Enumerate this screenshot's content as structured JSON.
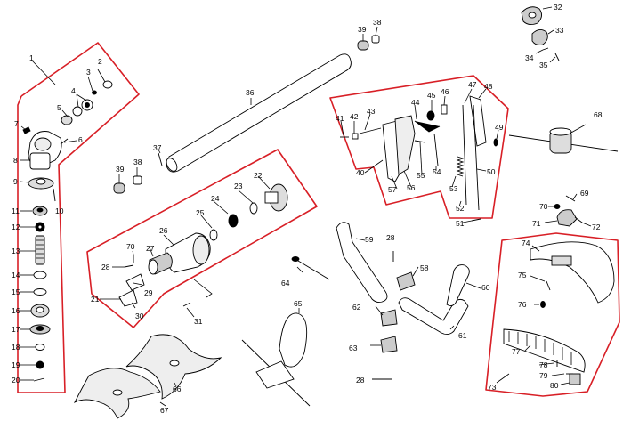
{
  "labels": [
    {
      "id": "p1",
      "text": "1"
    },
    {
      "id": "p2",
      "text": "2"
    },
    {
      "id": "p3",
      "text": "3"
    },
    {
      "id": "p4",
      "text": "4"
    },
    {
      "id": "p5",
      "text": "5"
    },
    {
      "id": "p6",
      "text": "6"
    },
    {
      "id": "p7",
      "text": "7"
    },
    {
      "id": "p8",
      "text": "8"
    },
    {
      "id": "p9",
      "text": "9"
    },
    {
      "id": "p10",
      "text": "10"
    },
    {
      "id": "p11",
      "text": "11"
    },
    {
      "id": "p12",
      "text": "12"
    },
    {
      "id": "p13",
      "text": "13"
    },
    {
      "id": "p14",
      "text": "14"
    },
    {
      "id": "p15",
      "text": "15"
    },
    {
      "id": "p16",
      "text": "16"
    },
    {
      "id": "p17",
      "text": "17"
    },
    {
      "id": "p18",
      "text": "18"
    },
    {
      "id": "p19",
      "text": "19"
    },
    {
      "id": "p20",
      "text": "20"
    },
    {
      "id": "p21",
      "text": "21"
    },
    {
      "id": "p22",
      "text": "22"
    },
    {
      "id": "p23",
      "text": "23"
    },
    {
      "id": "p24",
      "text": "24"
    },
    {
      "id": "p25",
      "text": "25"
    },
    {
      "id": "p26",
      "text": "26"
    },
    {
      "id": "p27",
      "text": "27"
    },
    {
      "id": "p28a",
      "text": "28"
    },
    {
      "id": "p29",
      "text": "29"
    },
    {
      "id": "p30",
      "text": "30"
    },
    {
      "id": "p31",
      "text": "31"
    },
    {
      "id": "p32",
      "text": "32"
    },
    {
      "id": "p33",
      "text": "33"
    },
    {
      "id": "p34",
      "text": "34"
    },
    {
      "id": "p35",
      "text": "35"
    },
    {
      "id": "p36",
      "text": "36"
    },
    {
      "id": "p37",
      "text": "37"
    },
    {
      "id": "p38a",
      "text": "38"
    },
    {
      "id": "p39a",
      "text": "39"
    },
    {
      "id": "p38b",
      "text": "38"
    },
    {
      "id": "p39b",
      "text": "39"
    },
    {
      "id": "p40",
      "text": "40"
    },
    {
      "id": "p41",
      "text": "41"
    },
    {
      "id": "p42",
      "text": "42"
    },
    {
      "id": "p43",
      "text": "43"
    },
    {
      "id": "p44",
      "text": "44"
    },
    {
      "id": "p45",
      "text": "45"
    },
    {
      "id": "p46",
      "text": "46"
    },
    {
      "id": "p47",
      "text": "47"
    },
    {
      "id": "p48",
      "text": "48"
    },
    {
      "id": "p49",
      "text": "49"
    },
    {
      "id": "p50",
      "text": "50"
    },
    {
      "id": "p51",
      "text": "51"
    },
    {
      "id": "p52",
      "text": "52"
    },
    {
      "id": "p53",
      "text": "53"
    },
    {
      "id": "p54",
      "text": "54"
    },
    {
      "id": "p55",
      "text": "55"
    },
    {
      "id": "p56",
      "text": "56"
    },
    {
      "id": "p57",
      "text": "57"
    },
    {
      "id": "p58",
      "text": "58"
    },
    {
      "id": "p59",
      "text": "59"
    },
    {
      "id": "p60",
      "text": "60"
    },
    {
      "id": "p61",
      "text": "61"
    },
    {
      "id": "p62",
      "text": "62"
    },
    {
      "id": "p63",
      "text": "63"
    },
    {
      "id": "p64",
      "text": "64"
    },
    {
      "id": "p65",
      "text": "65"
    },
    {
      "id": "p66",
      "text": "66"
    },
    {
      "id": "p67",
      "text": "67"
    },
    {
      "id": "p68",
      "text": "68"
    },
    {
      "id": "p69",
      "text": "69"
    },
    {
      "id": "p70a",
      "text": "70"
    },
    {
      "id": "p70b",
      "text": "70"
    },
    {
      "id": "p71",
      "text": "71"
    },
    {
      "id": "p72",
      "text": "72"
    },
    {
      "id": "p73",
      "text": "73"
    },
    {
      "id": "p74",
      "text": "74"
    },
    {
      "id": "p75",
      "text": "75"
    },
    {
      "id": "p76",
      "text": "76"
    },
    {
      "id": "p77",
      "text": "77"
    },
    {
      "id": "p78",
      "text": "78"
    },
    {
      "id": "p79",
      "text": "79"
    },
    {
      "id": "p80",
      "text": "80"
    },
    {
      "id": "p28b",
      "text": "28"
    },
    {
      "id": "p28c",
      "text": "28"
    }
  ],
  "colors": {
    "outline": "#d81f26",
    "ink": "#000000",
    "paper": "#ffffff",
    "shade": "#bdbdbd"
  }
}
